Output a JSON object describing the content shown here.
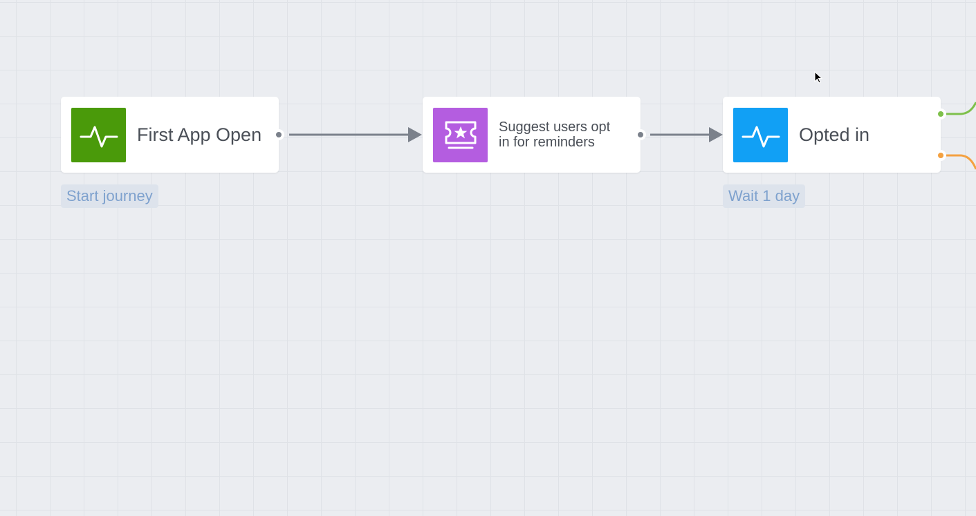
{
  "nodes": [
    {
      "title": "First App Open",
      "icon": "pulse-icon",
      "color": "#4a9a0a",
      "badge": "Start journey"
    },
    {
      "title": "Suggest users opt in for reminders",
      "icon": "ticket-star-icon",
      "color": "#b45de0"
    },
    {
      "title": "Opted in",
      "icon": "pulse-icon",
      "color": "#11a0f5",
      "badge": "Wait 1 day"
    }
  ],
  "colors": {
    "edge": "#7b818b",
    "port_default": "#7b818b",
    "port_yes": "#7ec04b",
    "port_no": "#f4a141",
    "canvas_bg": "#ebedf1"
  }
}
